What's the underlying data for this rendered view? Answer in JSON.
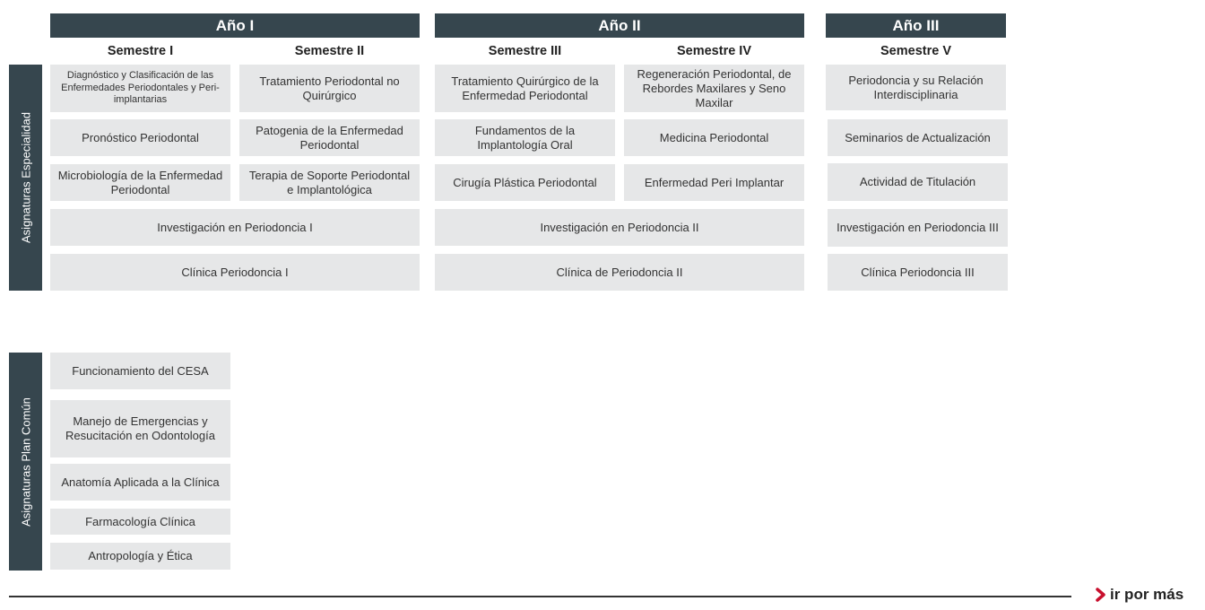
{
  "years": [
    "Año I",
    "Año II",
    "Año III"
  ],
  "semesters": [
    "Semestre I",
    "Semestre II",
    "Semestre III",
    "Semestre IV",
    "Semestre V"
  ],
  "sidebars": {
    "especialidad": "Asignaturas Especialidad",
    "plan_comun": "Asignaturas Plan Común"
  },
  "especialidad": {
    "s1": [
      "Diagnóstico y Clasificación de las Enfermedades Periodontales y Peri-implantarias",
      "Pronóstico Periodontal",
      "Microbiología de la Enfermedad Periodontal"
    ],
    "s2": [
      "Tratamiento Periodontal no Quirúrgico",
      "Patogenia de la Enfermedad Periodontal",
      "Terapia de Soporte Periodontal e Implantológica"
    ],
    "s3": [
      "Tratamiento Quirúrgico de la Enfermedad Periodontal",
      "Fundamentos de la Implantología Oral",
      "Cirugía Plástica Periodontal"
    ],
    "s4": [
      "Regeneración Periodontal, de Rebordes Maxilares y Seno Maxilar",
      "Medicina Periodontal",
      "Enfermedad Peri Implantar"
    ],
    "s5": [
      "Periodoncia y su Relación Interdisciplinaria",
      "Seminarios de Actualización",
      "Actividad de Titulación",
      "Investigación en Periodoncia III",
      "Clínica Periodoncia III"
    ],
    "y1_wide": [
      "Investigación en Periodoncia I",
      "Clínica Periodoncia I"
    ],
    "y2_wide": [
      "Investigación en Periodoncia II",
      "Clínica de Periodoncia II"
    ]
  },
  "plan_comun": [
    "Funcionamiento del CESA",
    "Manejo de Emergencias y Resucitación en Odontología",
    "Anatomía Aplicada a la Clínica",
    "Farmacología Clínica",
    "Antropología y Ética"
  ],
  "more_link": "ir por más",
  "colors": {
    "header_bg": "#36464e",
    "cell_bg": "#e6e7e8",
    "accent": "#c8102e"
  }
}
